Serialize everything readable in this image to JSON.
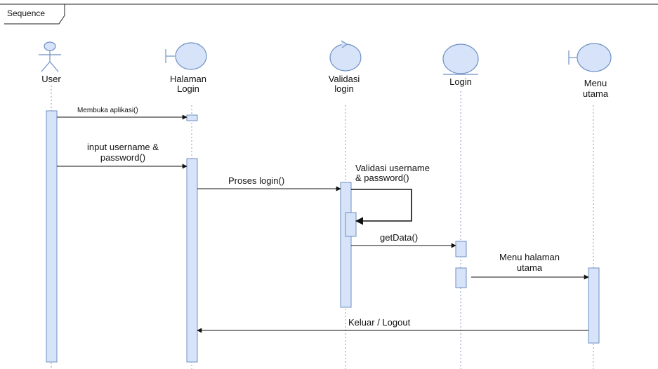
{
  "frame": {
    "label": "Sequence"
  },
  "participants": [
    {
      "id": "user",
      "type": "actor",
      "lines": [
        "User"
      ]
    },
    {
      "id": "halaman-login",
      "type": "boundary",
      "lines": [
        "Halaman",
        "Login"
      ]
    },
    {
      "id": "validasi-login",
      "type": "control",
      "lines": [
        "Validasi",
        "login"
      ]
    },
    {
      "id": "login",
      "type": "entity",
      "lines": [
        "Login"
      ]
    },
    {
      "id": "menu-utama",
      "type": "boundary",
      "lines": [
        "Menu",
        "utama"
      ]
    }
  ],
  "messages": [
    {
      "id": "membuka-aplikasi",
      "from": "user",
      "to": "halaman-login",
      "lines": [
        "Membuka aplikasi()"
      ]
    },
    {
      "id": "input-username",
      "from": "user",
      "to": "halaman-login",
      "lines": [
        "input username &",
        "password()"
      ]
    },
    {
      "id": "proses-login",
      "from": "halaman-login",
      "to": "validasi-login",
      "lines": [
        "Proses login()"
      ]
    },
    {
      "id": "validasi-username",
      "from": "validasi-login",
      "to": "validasi-login",
      "lines": [
        "Validasi username",
        "& password()"
      ]
    },
    {
      "id": "get-data",
      "from": "validasi-login",
      "to": "login",
      "lines": [
        "getData()"
      ]
    },
    {
      "id": "menu-halaman-utama",
      "from": "login",
      "to": "menu-utama",
      "lines": [
        "Menu halaman",
        "utama"
      ]
    },
    {
      "id": "keluar-logout",
      "from": "menu-utama",
      "to": "halaman-login",
      "lines": [
        "Keluar / Logout"
      ]
    }
  ],
  "colors": {
    "fill": "#d6e3f8",
    "stroke": "#6e8fc4",
    "line": "#111111",
    "lifeline": "#8a9bb8"
  }
}
